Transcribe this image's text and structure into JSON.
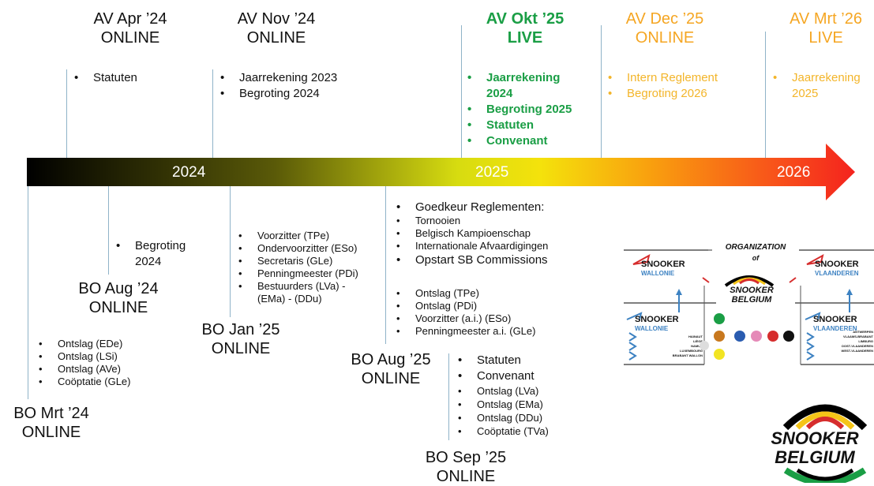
{
  "top_events": [
    {
      "line1": "AV Apr ’24",
      "line2": "ONLINE",
      "items": [
        "Statuten"
      ]
    },
    {
      "line1": "AV Nov ’24",
      "line2": "ONLINE",
      "items": [
        "Jaarrekening 2023",
        "Begroting 2024"
      ]
    },
    {
      "line1": "AV Okt ’25",
      "line2": "LIVE",
      "items": [
        "Jaarrekening 2024",
        "Begroting 2025",
        "Statuten",
        "Convenant"
      ]
    },
    {
      "line1": "AV Dec ’25",
      "line2": "ONLINE",
      "items": [
        "Intern Reglement",
        "Begroting 2026"
      ]
    },
    {
      "line1": "AV Mrt ’26",
      "line2": "LIVE",
      "items": [
        "Jaarrekening 2025"
      ]
    }
  ],
  "years": [
    "2024",
    "2025",
    "2026"
  ],
  "bottom_events": [
    {
      "line1": "BO Mrt ’24",
      "line2": "ONLINE",
      "items": [
        "Ontslag (EDe)",
        "Ontslag (LSi)",
        "Ontslag (AVe)",
        "Coöptatie (GLe)"
      ]
    },
    {
      "line1": "BO Aug ’24",
      "line2": "ONLINE",
      "items": [
        "Begroting 2024"
      ]
    },
    {
      "line1": "BO Jan ’25",
      "line2": "ONLINE",
      "items": [
        "Voorzitter (TPe)",
        "Ondervoorzitter (ESo)",
        "Secretaris (GLe)",
        "Penningmeester (PDi)",
        "Bestuurders (LVa) - (EMa) - (DDu)"
      ]
    },
    {
      "line1": "BO Aug ’25",
      "line2": "ONLINE",
      "items_a": [
        "Goedkeur Reglementen:",
        "Tornooien",
        "Belgisch Kampioenschap",
        "Internationale Afvaardigingen",
        "Opstart SB Commissions"
      ],
      "items_b": [
        "Ontslag (TPe)",
        "Ontslag (PDi)",
        "Voorzitter (a.i.) (ESo)",
        "Penningmeester a.i. (GLe)"
      ]
    },
    {
      "line1": "BO Sep ’25",
      "line2": "ONLINE",
      "items": [
        "Statuten",
        "Convenant",
        "Ontslag (LVa)",
        "Ontslag (EMa)",
        "Ontslag (DDu)",
        "Coöptatie (TVa)"
      ]
    }
  ],
  "org": {
    "title": "ORGANIZATION",
    "of": "of",
    "center_line1": "SNOOKER",
    "center_line2": "BELGIUM",
    "left_top_line1": "SNOOKER",
    "left_top_line2": "WALLONIE",
    "right_top_line1": "SNOOKER",
    "right_top_line2": "VLAANDEREN",
    "left_bottom_line1": "SNOOKER",
    "left_bottom_line2": "WALLONIE",
    "right_bottom_line1": "SNOOKER",
    "right_bottom_line2": "VLAANDEREN",
    "wallonie_provinces": [
      "HAINAUT",
      "LIÈGE",
      "NAMUR",
      "LUXEMBOURG",
      "BRABANT WALLON"
    ],
    "vlaanderen_provinces": [
      "ANTWERPEN",
      "VLAAMS-BRABANT",
      "LIMBURG",
      "OOST-VLAANDEREN",
      "WEST-VLAANDEREN"
    ]
  },
  "logo": {
    "line1": "SNOOKER",
    "line2": "BELGIUM"
  },
  "colors": {
    "green": "#1a9e45",
    "yellow": "#f3b52a",
    "orange": "#f5a623",
    "connector": "#8fb3c8"
  }
}
